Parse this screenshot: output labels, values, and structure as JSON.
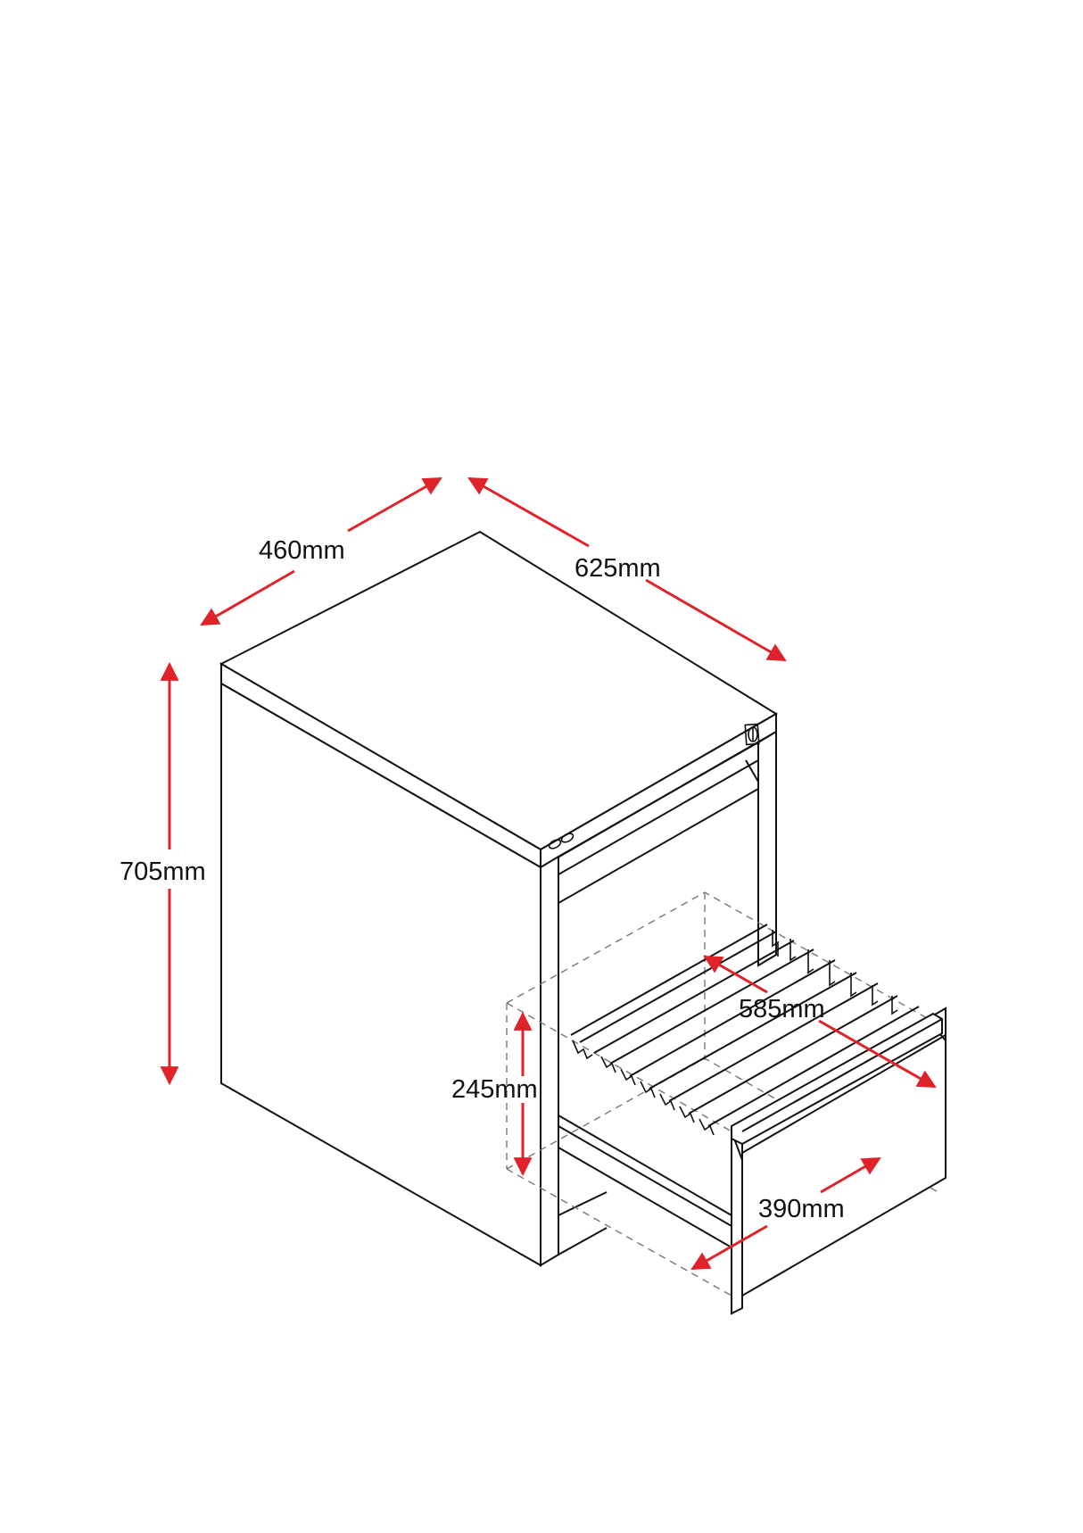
{
  "diagram": {
    "subject": "Two-drawer filing cabinet, isometric view with open lower drawer and suspension file rails",
    "dimensions": {
      "width": "460mm",
      "depth": "625mm",
      "height": "705mm",
      "drawer_depth": "585mm",
      "drawer_height": "245mm",
      "drawer_width": "390mm"
    },
    "colors": {
      "dimension_arrows": "#e0232b",
      "outline": "#111111",
      "hidden_lines": "#777777",
      "background": "#ffffff"
    }
  }
}
